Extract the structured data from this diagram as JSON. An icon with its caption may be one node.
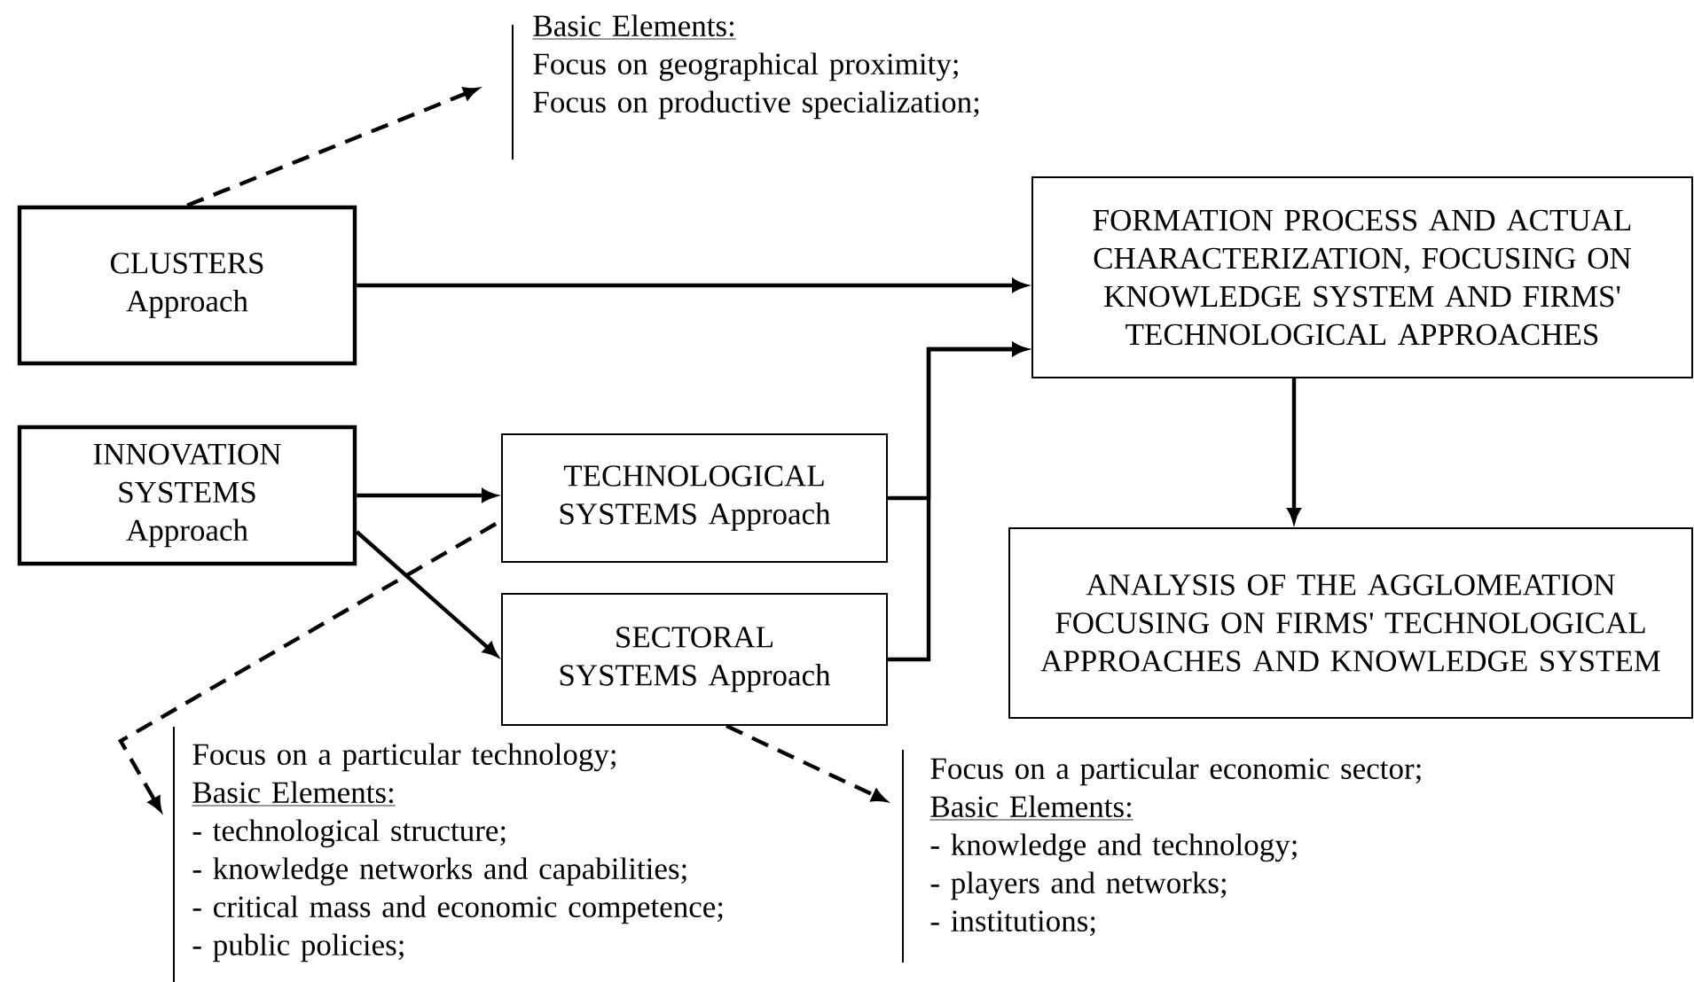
{
  "diagram": {
    "nodes": [
      {
        "text": [
          "Basic Elements:",
          "Focus on geographical proximity;",
          "Focus on productive specialization;"
        ]
      },
      {
        "text": [
          "CLUSTERS Approach"
        ]
      },
      {
        "text": [
          "FORMATION PROCESS AND ACTUAL CHARACTERIZATION, FOCUSING ON KNOWLEDGE SYSTEM AND FIRMS' TECHNOLOGICAL APPROACHES"
        ]
      },
      {
        "text": [
          "INNOVATION SYSTEMS Approach"
        ]
      },
      {
        "text": [
          "TECHNOLOGICAL SYSTEMS Approach"
        ]
      },
      {
        "text": [
          "SECTORAL SYSTEMS Approach"
        ]
      },
      {
        "text": [
          "ANALYSIS OF THE AGGLOMEATION FOCUSING ON FIRMS' TECHNOLOGICAL APPROACHES AND KNOWLEDGE SYSTEM"
        ]
      },
      {
        "text": [
          "Focus on a particular technology;",
          "Basic Elements:",
          "- technological structure;",
          "- knowledge networks and capabilities;",
          "- critical mass and economic competence;",
          "- public policies;"
        ]
      },
      {
        "text": [
          "Focus on a particular economic sector;",
          "Basic Elements:",
          "- knowledge and technology;",
          "- players and networks;",
          "- institutions;"
        ]
      }
    ],
    "edges": [
      {
        "from": 1,
        "to": 0,
        "arrow": "to",
        "style": "dashed"
      },
      {
        "from": 1,
        "to": 2,
        "arrow": "to"
      },
      {
        "from": 3,
        "to": 4,
        "arrow": "to"
      },
      {
        "from": 3,
        "to": 5,
        "arrow": "to"
      },
      {
        "from": 4,
        "to": 2,
        "arrow": "to"
      },
      {
        "from": 5,
        "to": 2,
        "arrow": "to"
      },
      {
        "from": 2,
        "to": 6,
        "arrow": "to"
      },
      {
        "from": 4,
        "to": 7,
        "arrow": "to",
        "style": "dashed"
      },
      {
        "from": 5,
        "to": 8,
        "arrow": "to",
        "style": "dashed"
      }
    ]
  }
}
